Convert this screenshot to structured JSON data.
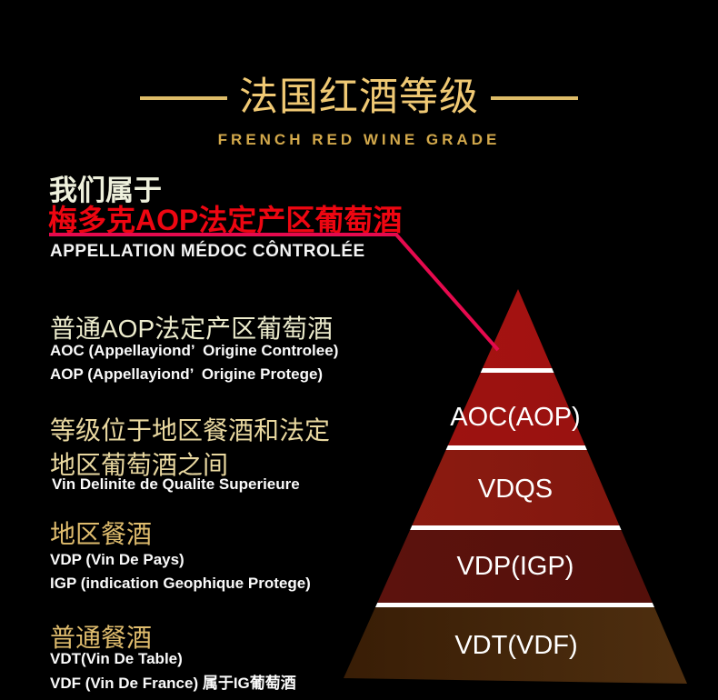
{
  "header": {
    "title": "法国红酒等级",
    "subtitle": "FRENCH RED WINE GRADE"
  },
  "intro": {
    "lead": "我们属于",
    "highlight": "梅多克AOP法定产区葡萄酒",
    "appellation": "APPELLATION MÉDOC CÔNTROLÉE"
  },
  "sections": [
    {
      "title_lines": [
        "普通AOP法定产区葡萄酒"
      ],
      "body_lines": [
        "AOC (Appellayiond’  Origine Controlee)",
        "AOP (Appellayiond’  Origine Protege)"
      ]
    },
    {
      "title_lines": [
        "等级位于地区餐酒和法定",
        "地区葡萄酒之间"
      ],
      "body_lines": [
        "Vin Delinite de Qualite Superieure"
      ]
    },
    {
      "title_lines": [
        "地区餐酒"
      ],
      "body_lines": [
        "VDP (Vin De Pays)",
        "IGP (indication Geophique Protege)"
      ]
    },
    {
      "title_lines": [
        "普通餐酒"
      ],
      "body_lines": [
        "VDT(Vin De Table)",
        "VDF (Vin De France) 属于IG葡萄酒"
      ]
    }
  ],
  "pyramid": {
    "divider_color": "#ffffff",
    "levels": [
      {
        "name": "top-cap",
        "label": "",
        "color_left": "#a81412",
        "color_right": "#9e1110"
      },
      {
        "name": "aoc-aop",
        "label": "AOC(AOP)",
        "color_left": "#a01310",
        "color_right": "#971110"
      },
      {
        "name": "vdqs",
        "label": "VDQS",
        "color_left": "#901d12",
        "color_right": "#7d150d"
      },
      {
        "name": "vdp-igp",
        "label": "VDP(IGP)",
        "color_left": "#5e130e",
        "color_right": "#520f0a"
      },
      {
        "name": "vdt-vdf",
        "label": "VDT(VDF)",
        "color_left": "#371c05",
        "color_right": "#503010"
      }
    ]
  },
  "colors": {
    "background": "#000000",
    "title_gold": "#f0c974",
    "rule_gold": "#debc68",
    "subtitle_gold": "#d2a84b",
    "lead_cream": "#eef0dc",
    "highlight_red": "#ee0611",
    "heading_pale": "#edeccd",
    "heading_light_gold": "#e9d8a0",
    "heading_gold": "#dfbc6d",
    "body_white": "#fafafa",
    "callout_pink": "#e60a4e"
  }
}
